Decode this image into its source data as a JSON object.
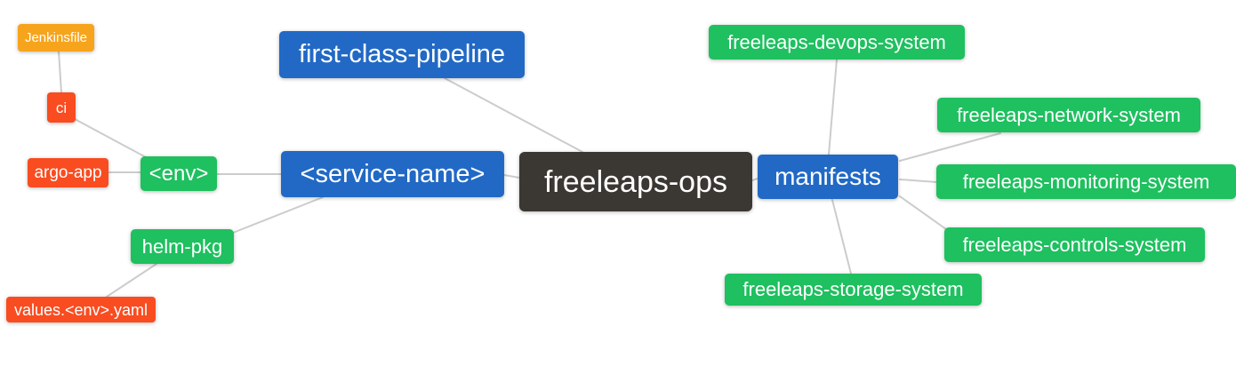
{
  "diagram": {
    "type": "mindmap",
    "root": "freeleaps-ops",
    "colors": {
      "branch_blue": "#2169c5",
      "leaf_green": "#1ec05f",
      "file_red": "#f94c20",
      "file_orange": "#f7a41d",
      "root_dark": "#3b3733",
      "edge_gray": "#cccccc",
      "text": "#ffffff",
      "background": "#ffffff"
    },
    "nodes": {
      "jenkinsfile": {
        "label": "Jenkinsfile",
        "color": "#f7a41d"
      },
      "ci": {
        "label": "ci",
        "color": "#f94c20"
      },
      "argo_app": {
        "label": "argo-app",
        "color": "#f94c20"
      },
      "env": {
        "label": "<env>",
        "color": "#1ec05f"
      },
      "pipeline": {
        "label": "first-class-pipeline",
        "color": "#2169c5"
      },
      "service_name": {
        "label": "<service-name>",
        "color": "#2169c5"
      },
      "ops": {
        "label": "freeleaps-ops",
        "color": "#3b3733"
      },
      "manifests": {
        "label": "manifests",
        "color": "#2169c5"
      },
      "helm_pkg": {
        "label": "helm-pkg",
        "color": "#1ec05f"
      },
      "values_yaml": {
        "label": "values.<env>.yaml",
        "color": "#f94c20"
      },
      "devops": {
        "label": "freeleaps-devops-system",
        "color": "#1ec05f"
      },
      "network": {
        "label": "freeleaps-network-system",
        "color": "#1ec05f"
      },
      "monitoring": {
        "label": "freeleaps-monitoring-system",
        "color": "#1ec05f"
      },
      "controls": {
        "label": "freeleaps-controls-system",
        "color": "#1ec05f"
      },
      "storage": {
        "label": "freeleaps-storage-system",
        "color": "#1ec05f"
      }
    },
    "edges": [
      {
        "from": "jenkinsfile",
        "to": "ci"
      },
      {
        "from": "ci",
        "to": "env"
      },
      {
        "from": "argo_app",
        "to": "env"
      },
      {
        "from": "env",
        "to": "service_name"
      },
      {
        "from": "service_name",
        "to": "helm_pkg"
      },
      {
        "from": "helm_pkg",
        "to": "values_yaml"
      },
      {
        "from": "pipeline",
        "to": "ops"
      },
      {
        "from": "service_name",
        "to": "ops"
      },
      {
        "from": "ops",
        "to": "manifests"
      },
      {
        "from": "manifests",
        "to": "devops"
      },
      {
        "from": "manifests",
        "to": "network"
      },
      {
        "from": "manifests",
        "to": "monitoring"
      },
      {
        "from": "manifests",
        "to": "controls"
      },
      {
        "from": "manifests",
        "to": "storage"
      }
    ]
  }
}
